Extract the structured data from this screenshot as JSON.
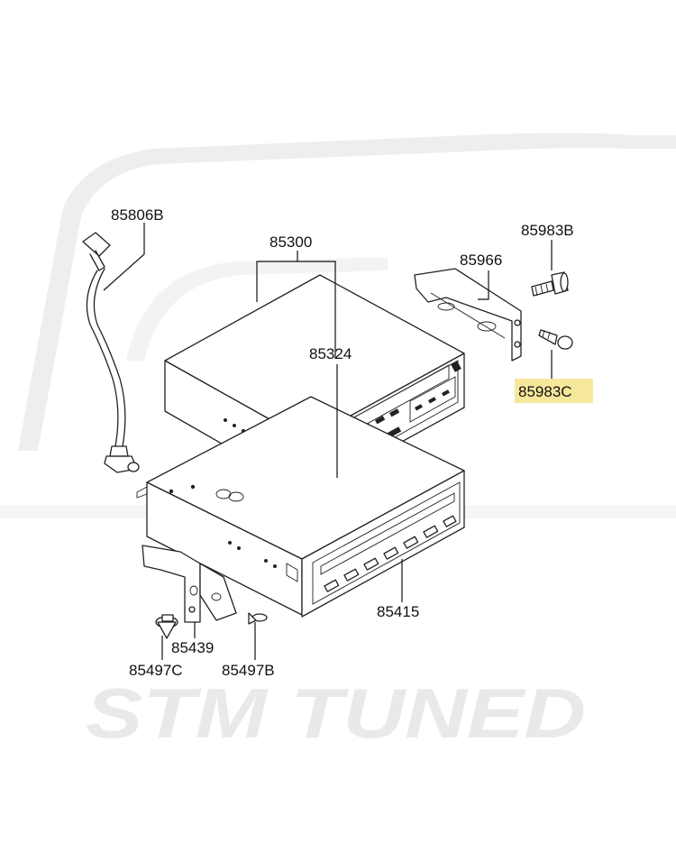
{
  "labels": {
    "cable": "85806B",
    "radio_unit": "85300",
    "knob": "85324",
    "bracket_right": "85966",
    "bolt": "85983B",
    "screw": "85983C",
    "cd_unit": "85415",
    "bracket_left": "85439",
    "bolt_left": "85497C",
    "screw_left": "85497B"
  },
  "highlight": {
    "part": "85983C",
    "color": "#f7e79a"
  },
  "watermark": {
    "text": "STM TUNED",
    "color": "#e9e9e9"
  }
}
